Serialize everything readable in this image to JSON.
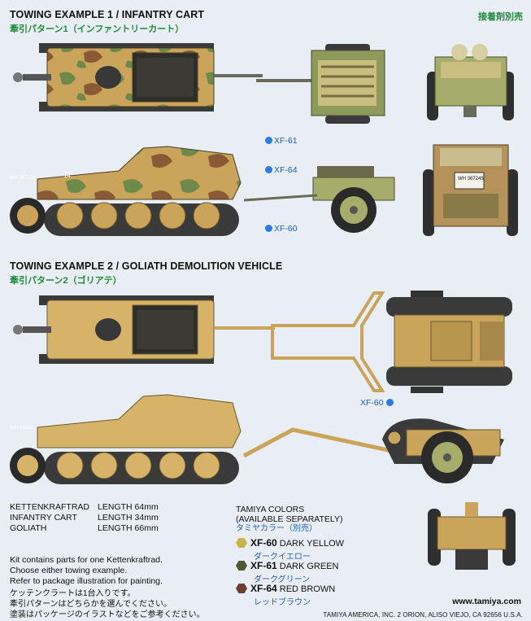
{
  "header_jp_right": "接着剤別売",
  "example1": {
    "title": "TOWING EXAMPLE 1 / INFANTRY CART",
    "title_jp": "牽引パターン1（インファントリーカート）",
    "callouts": [
      "XF-61",
      "XF-64",
      "XF-60"
    ]
  },
  "example2": {
    "title": "TOWING EXAMPLE 2 / GOLIATH DEMOLITION VEHICLE",
    "title_jp": "牽引パターン2（ゴリアテ）",
    "callouts": [
      "XF-60"
    ]
  },
  "specs": [
    {
      "name": "KETTENKRAFTRAD",
      "length": "LENGTH 64mm"
    },
    {
      "name": "INFANTRY CART",
      "length": "LENGTH 34mm"
    },
    {
      "name": "GOLIATH",
      "length": "LENGTH 66mm"
    }
  ],
  "notes": [
    "Kit contains parts for one Kettenkraftrad.",
    "Choose either towing example.",
    "Refer to package illustration for painting."
  ],
  "notes_jp": [
    "ケッテンクラートは1台入りです。",
    "牽引パターンはどちらかを選んでください。",
    "塗装はパッケージのイラストなどをご参考ください。"
  ],
  "colors": {
    "title_line1": "TAMIYA COLORS",
    "title_line2": "(AVAILABLE SEPARATELY)",
    "title_jp": "タミヤカラー（別売）",
    "items": [
      {
        "code": "XF-60",
        "name": "DARK YELLOW",
        "jp": "ダークイエロー",
        "swatch": "#c9b44a"
      },
      {
        "code": "XF-61",
        "name": "DARK GREEN",
        "jp": "ダークグリーン",
        "swatch": "#4e5a32"
      },
      {
        "code": "XF-64",
        "name": "RED BROWN",
        "jp": "レッドブラウン",
        "swatch": "#6b4030"
      }
    ]
  },
  "plate_text": {
    "number_plate": "WH 367245",
    "side_number": "14",
    "side_plate_1": "WH-367108",
    "side_plate_2": "WH-93195"
  },
  "footer": {
    "url": "www.tamiya.com",
    "address": "TAMIYA AMERICA, INC. 2 ORION, ALISO VIEJO, CA 92656 U.S.A."
  }
}
